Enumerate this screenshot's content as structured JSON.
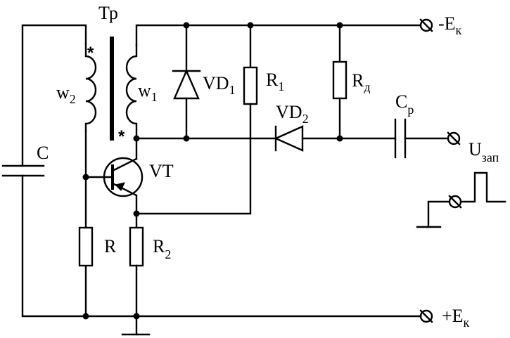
{
  "labels": {
    "transformer": "Тр",
    "w2": "w",
    "w2_sub": "2",
    "w1": "w",
    "w1_sub": "1",
    "star": "*",
    "vd1": "VD",
    "vd1_sub": "1",
    "r1": "R",
    "r1_sub": "1",
    "rd": "R",
    "rd_sub": "д",
    "vd2": "VD",
    "vd2_sub": "2",
    "cp": "C",
    "cp_sub": "р",
    "c": "C",
    "vt": "VT",
    "r": "R",
    "r2": "R",
    "r2_sub": "2",
    "minus_ek": "-E",
    "minus_ek_sub": "к",
    "plus_ek": "+E",
    "plus_ek_sub": "к",
    "uzap": "U",
    "uzap_sub": "зап"
  }
}
